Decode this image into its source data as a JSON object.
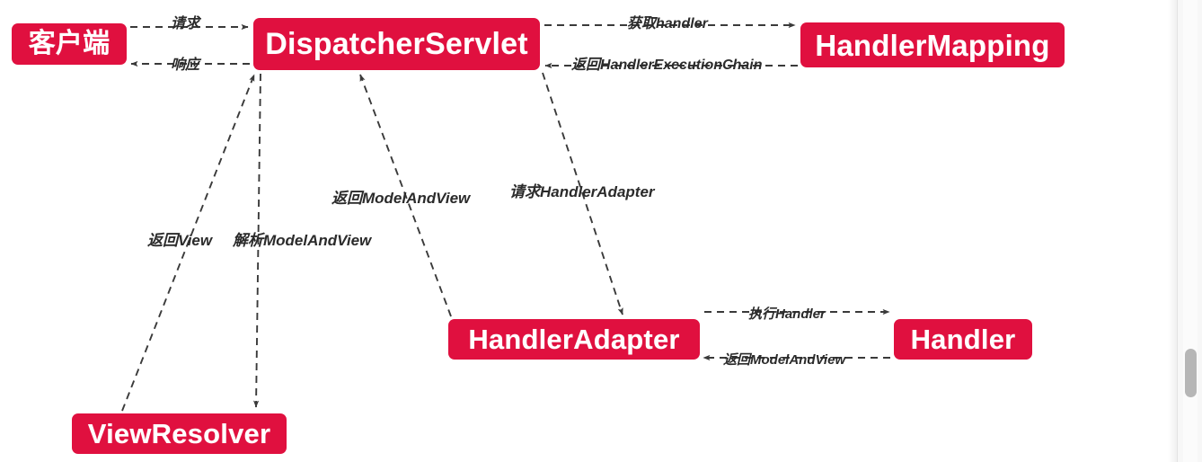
{
  "diagram": {
    "title": "Spring MVC DispatcherServlet request flow",
    "accent_color": "#e0103f",
    "edge_color": "#3a3a3a",
    "background": "#ffffff",
    "nodes": [
      {
        "id": "client",
        "label": "客户端"
      },
      {
        "id": "dispatcher",
        "label": "DispatcherServlet"
      },
      {
        "id": "hmapping",
        "label": "HandlerMapping"
      },
      {
        "id": "hadapter",
        "label": "HandlerAdapter"
      },
      {
        "id": "handler",
        "label": "Handler"
      },
      {
        "id": "vresolver",
        "label": "ViewResolver"
      }
    ],
    "edges": [
      {
        "id": "request",
        "label": "请求",
        "from": "client",
        "to": "dispatcher"
      },
      {
        "id": "response",
        "label": "响应",
        "from": "dispatcher",
        "to": "client"
      },
      {
        "id": "gethandler",
        "label": "获取handler",
        "from": "dispatcher",
        "to": "hmapping"
      },
      {
        "id": "chain",
        "label": "返回HandlerExecutionChain",
        "from": "hmapping",
        "to": "dispatcher"
      },
      {
        "id": "reqadapter",
        "label": "请求HandlerAdapter",
        "from": "dispatcher",
        "to": "hadapter"
      },
      {
        "id": "retmav",
        "label": "返回ModelAndView",
        "from": "hadapter",
        "to": "dispatcher"
      },
      {
        "id": "exechandler",
        "label": "执行Handler",
        "from": "hadapter",
        "to": "handler"
      },
      {
        "id": "retmav2",
        "label": "返回ModelAndView",
        "from": "handler",
        "to": "hadapter"
      },
      {
        "id": "parsemav",
        "label": "解析ModelAndView",
        "from": "dispatcher",
        "to": "vresolver"
      },
      {
        "id": "retview",
        "label": "返回View",
        "from": "vresolver",
        "to": "dispatcher"
      }
    ]
  },
  "scrollbar": {
    "orientation": "vertical",
    "thumb_label": "vertical-scroll-thumb"
  }
}
